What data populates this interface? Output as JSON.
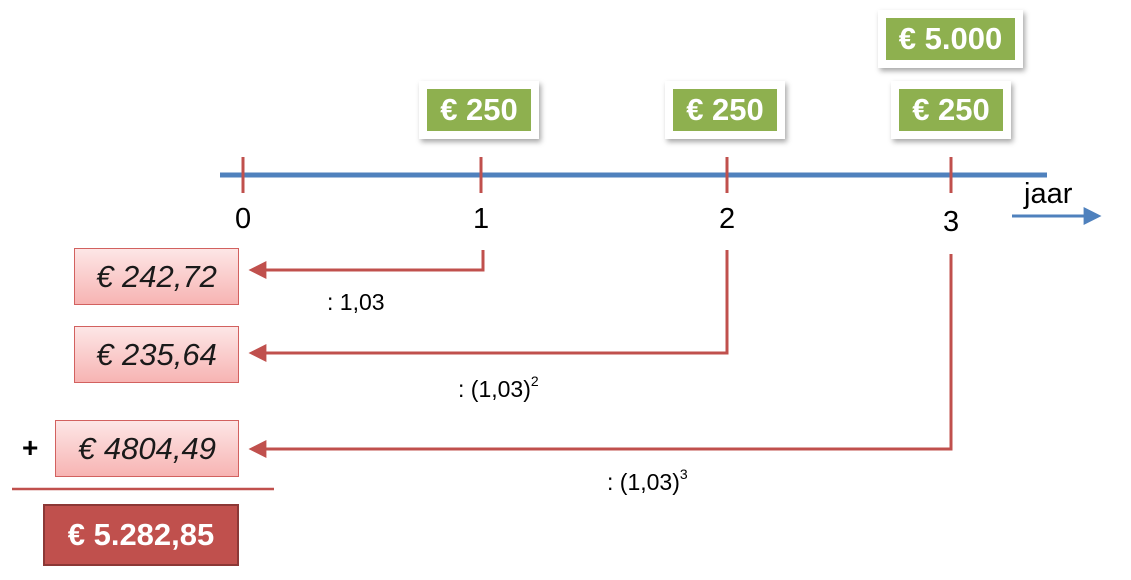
{
  "axis": {
    "unit_label": "jaar",
    "ticks": [
      "0",
      "1",
      "2",
      "3"
    ]
  },
  "payments": {
    "year1": "€ 250",
    "year2": "€ 250",
    "year3": "€ 250",
    "year3_extra": "€ 5.000"
  },
  "present_values": {
    "pv1": "€ 242,72",
    "pv2": "€ 235,64",
    "pv3": "€ 4804,49",
    "total": "€ 5.282,85",
    "plus": "+"
  },
  "divisors": {
    "d1": ": 1,03",
    "d2_base": ": (1,03)",
    "d2_exp": "2",
    "d3_base": ": (1,03)",
    "d3_exp": "3"
  },
  "colors": {
    "axis_line": "#4f81bd",
    "arrow_red": "#c0504d",
    "green_box": "#8eb04f",
    "pink_box": "#f7b4b3",
    "total_box": "#c0504d"
  }
}
